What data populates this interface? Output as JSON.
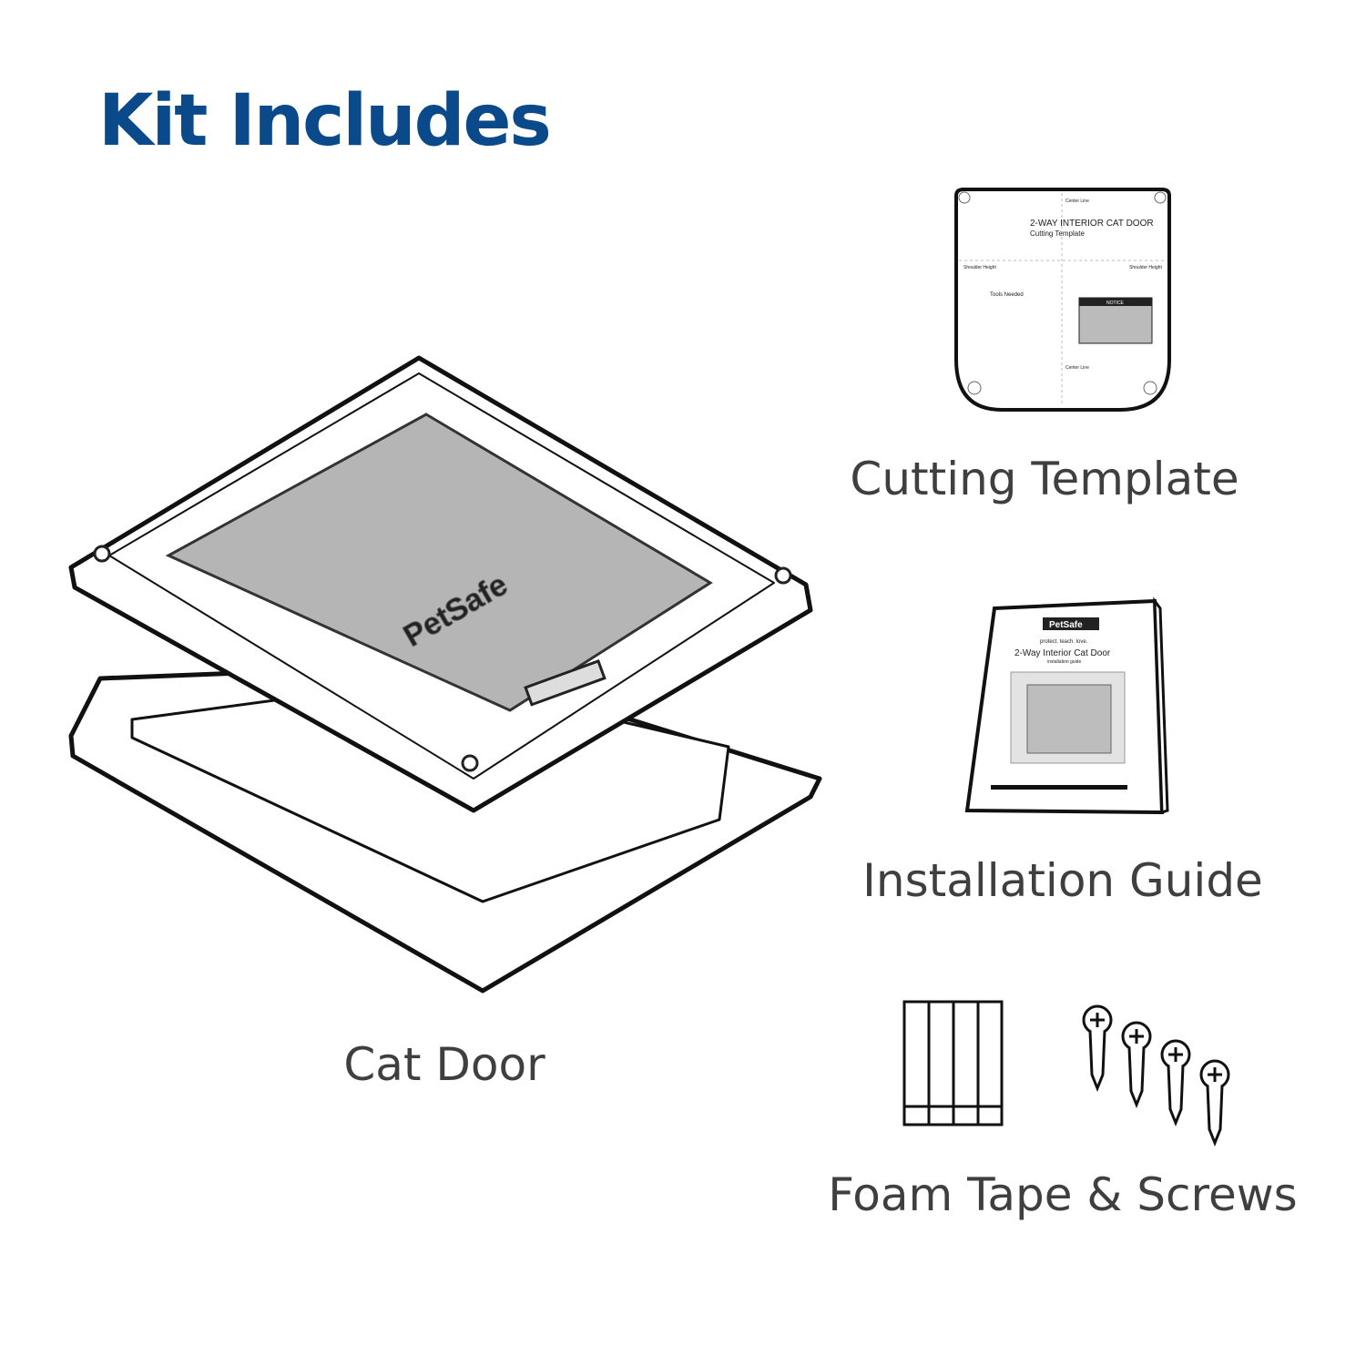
{
  "title": "Kit Includes",
  "items": [
    {
      "label": "Cat Door",
      "watermark": "PetSafe"
    },
    {
      "label": "Cutting Template",
      "template": {
        "center_line": "Center Line",
        "heading": "2-WAY INTERIOR CAT DOOR",
        "subheading": "Cutting Template",
        "shoulder_height": "Shoulder Height",
        "tools_needed": "Tools Needed",
        "notice_title": "NOTICE"
      }
    },
    {
      "label": "Installation Guide",
      "guide": {
        "brand": "PetSafe",
        "tagline": "protect. teach. love.",
        "heading": "2-Way Interior Cat Door",
        "subheading": "installation guide"
      }
    },
    {
      "label": "Foam Tape & Screws"
    }
  ],
  "colors": {
    "title": "#0b4a8a",
    "label": "#3f3f3f",
    "flap": "#b5b5b5"
  }
}
